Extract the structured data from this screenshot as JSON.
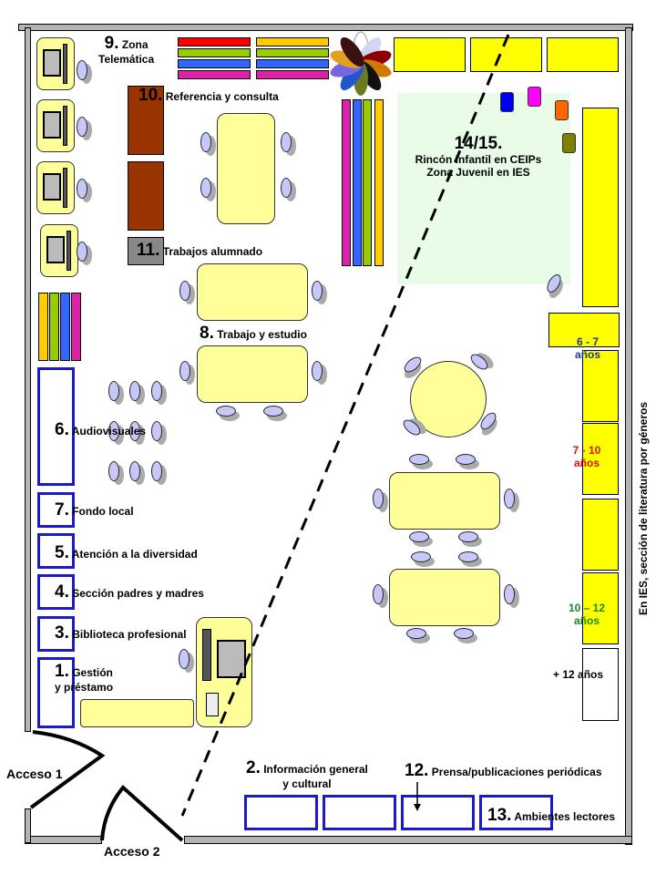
{
  "title": "Plano de biblioteca escolar",
  "zones": {
    "z9": {
      "num": "9.",
      "line1": "Zona",
      "line2": "Telemática"
    },
    "z10": {
      "num": "10.",
      "label": "Referencia y consulta"
    },
    "z11": {
      "num": "11.",
      "label": "Trabajos alumnado"
    },
    "z8": {
      "num": "8.",
      "label": "Trabajo y estudio"
    },
    "z6": {
      "num": "6.",
      "label": "Audiovisuales"
    },
    "z7": {
      "num": "7.",
      "label": "Fondo local"
    },
    "z5": {
      "num": "5.",
      "label": "Atención a la diversidad"
    },
    "z4": {
      "num": "4.",
      "label": "Sección padres y madres"
    },
    "z3": {
      "num": "3.",
      "label": "Biblioteca profesional"
    },
    "z1": {
      "num": "1.",
      "line1": "Gestión",
      "line2": "y  préstamo"
    },
    "z2": {
      "num": "2.",
      "line1": "Información general",
      "line2": "y cultural"
    },
    "z12": {
      "num": "12.",
      "label": "Prensa/publicaciones periódicas"
    },
    "z13": {
      "num": "13.",
      "label": "Ambientes lectores"
    },
    "z1415": {
      "num": "14/15.",
      "line1": "Rincón Infantil en CEIPs",
      "line2": "Zona Juvenil en IES"
    }
  },
  "age_sections": [
    {
      "range": "6 - 7",
      "unit": "años",
      "color": "#1a3a9a"
    },
    {
      "range": "7  -  10",
      "unit": "años",
      "color": "#e01010"
    },
    {
      "range": "10 – 12",
      "unit": "años",
      "color": "#1a8a1a"
    },
    {
      "range": "+ 12 años",
      "unit": "",
      "color": "#000000"
    }
  ],
  "side_note": "En IES, sección de literatura por géneros",
  "accesses": {
    "a1": "Acceso 1",
    "a2": "Acceso 2"
  },
  "colors": {
    "shelf_yellow": "#ffff00",
    "table_yellow": "#ffff99",
    "reference_brown": "#993300",
    "info_blue": "#1a1acc",
    "kids_area": "#e8fce8",
    "bars": [
      "#ff0000",
      "#ffcc00",
      "#99cc00",
      "#3366ff",
      "#dd22aa"
    ]
  }
}
